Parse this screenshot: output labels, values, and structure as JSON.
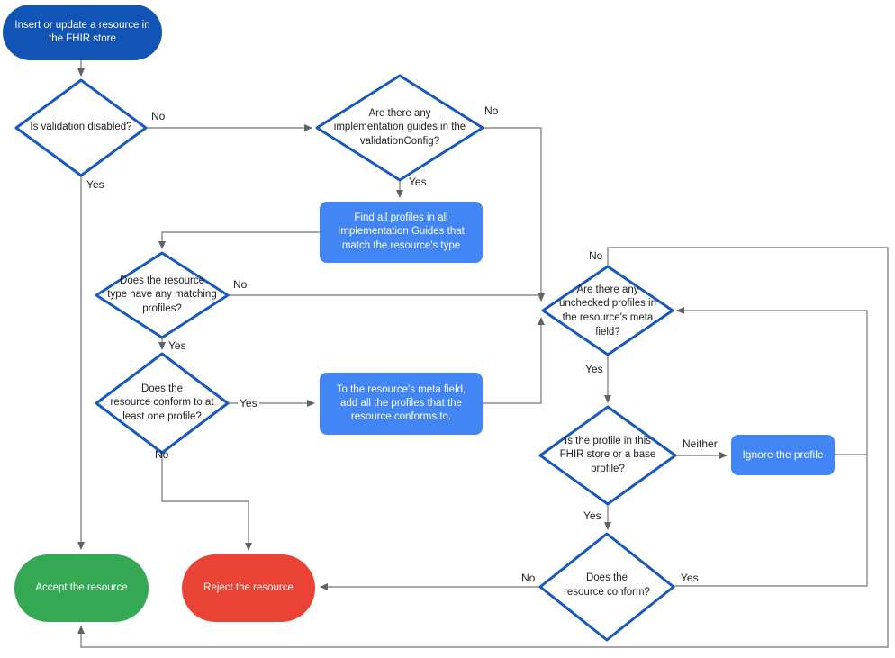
{
  "nodes": {
    "start": {
      "shape": "terminal",
      "label": "Insert or update a resource in\nthe FHIR store"
    },
    "is_validation_disabled": {
      "shape": "decision",
      "label": "Is validation disabled?"
    },
    "has_implementation_guides": {
      "shape": "decision",
      "label": "Are there any\nimplementation guides in the\nvalidationConfig?"
    },
    "find_profiles": {
      "shape": "process",
      "label": "Find all profiles in all\nImplementation Guides that\nmatch the resource's type"
    },
    "has_matching_profiles": {
      "shape": "decision",
      "label": "Does the resource\ntype have any matching\nprofiles?"
    },
    "conforms_to_one_profile": {
      "shape": "decision",
      "label": "Does the\nresource conform to at\nleast one profile?"
    },
    "add_profiles_to_meta": {
      "shape": "process",
      "label": "To the resource's meta field,\nadd all the profiles that the\nresource conforms to."
    },
    "has_unchecked_profiles": {
      "shape": "decision",
      "label": "Are there any\nunchecked profiles in\nthe resource's meta\nfield?"
    },
    "profile_in_store_or_base": {
      "shape": "decision",
      "label": "Is the profile in this\nFHIR store or a base\nprofile?"
    },
    "ignore_profile": {
      "shape": "process",
      "label": "Ignore the profile"
    },
    "does_resource_conform": {
      "shape": "decision",
      "label": "Does the\nresource conform?"
    },
    "accept": {
      "shape": "terminal",
      "label": "Accept the resource"
    },
    "reject": {
      "shape": "terminal",
      "label": "Reject the resource"
    }
  },
  "edge_labels": {
    "validation_disabled_no": "No",
    "validation_disabled_yes": "Yes",
    "implementation_guides_no": "No",
    "implementation_guides_yes": "Yes",
    "matching_profiles_no": "No",
    "matching_profiles_yes": "Yes",
    "conforms_to_one_yes": "Yes",
    "conforms_to_one_no": "No",
    "unchecked_profiles_no": "No",
    "unchecked_profiles_yes": "Yes",
    "profile_neither": "Neither",
    "profile_yes": "Yes",
    "resource_conform_no": "No",
    "resource_conform_yes": "Yes"
  },
  "colors": {
    "terminal_blue": "#1254B5",
    "decision_border_blue": "#1859C0",
    "process_blue": "#4285F4",
    "accept_green": "#34A853",
    "reject_red": "#EA4335",
    "connector_gray": "#757575",
    "arrowhead_gray": "#5F6368",
    "text_dark": "#212121",
    "text_light": "#FFFFFF"
  }
}
